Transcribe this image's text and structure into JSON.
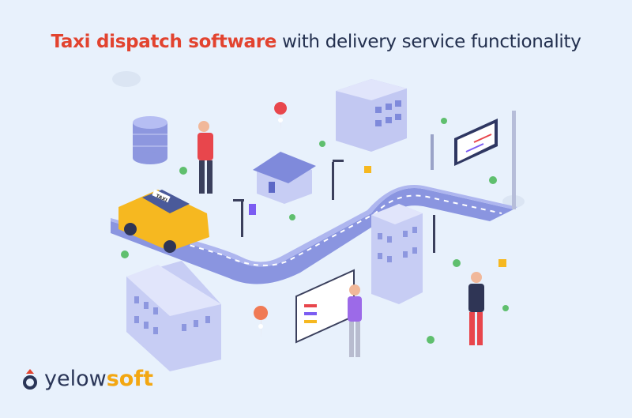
{
  "title": {
    "highlight": "Taxi dispatch software",
    "rest": "with delivery service functionality"
  },
  "logo": {
    "part1": "yelow",
    "part2": "soft"
  },
  "illustration": {
    "car_sign": "TAXI"
  },
  "colors": {
    "background": "#e8f1fc",
    "accent_red": "#e2432f",
    "navy": "#23304f",
    "logo_yellow": "#f3a712",
    "road": "#8a95e0",
    "taxi": "#f6b820"
  }
}
